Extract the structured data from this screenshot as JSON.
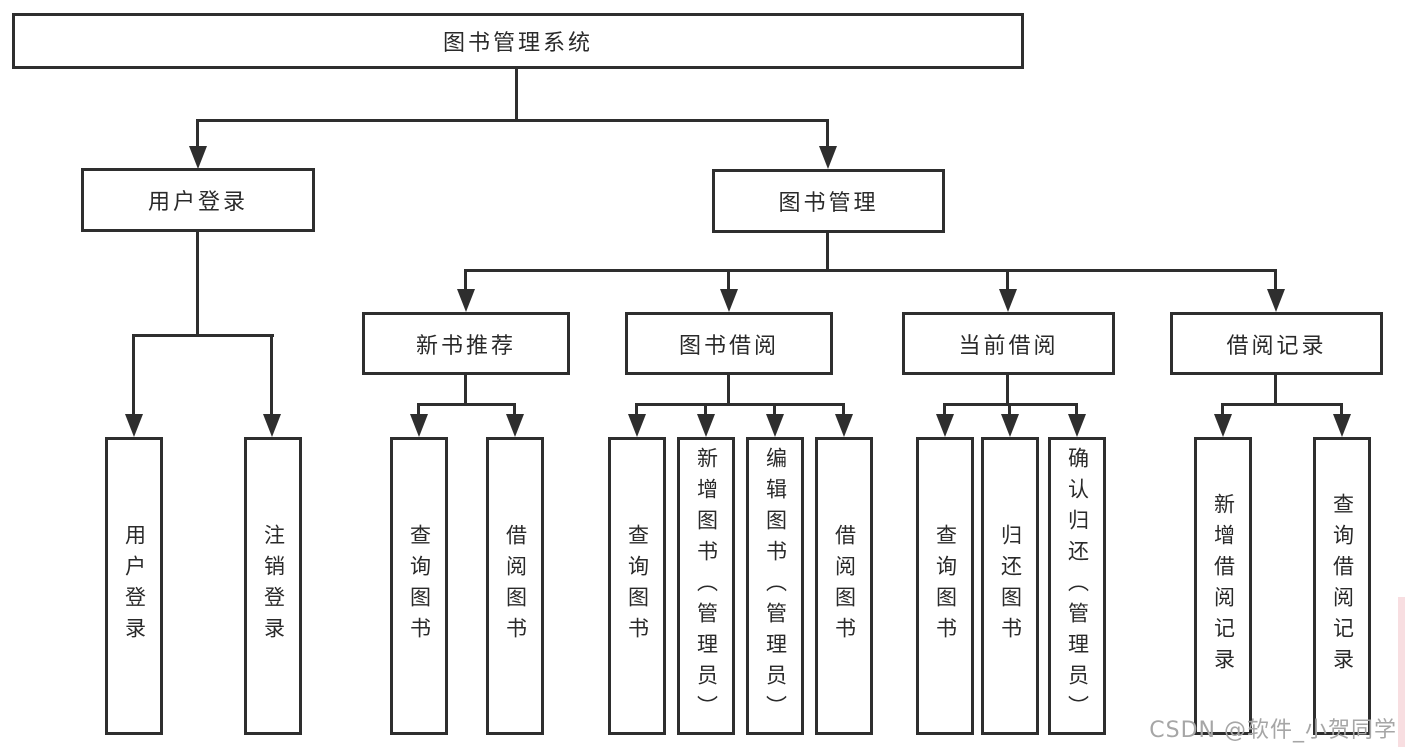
{
  "root_label": "图书管理系统",
  "branches": [
    {
      "label": "用户登录",
      "leaves": [
        "用户登录",
        "注销登录"
      ]
    },
    {
      "label": "图书管理",
      "sections": [
        {
          "label": "新书推荐",
          "leaves": [
            "查询图书",
            "借阅图书"
          ]
        },
        {
          "label": "图书借阅",
          "leaves": [
            "查询图书",
            "新增图书（管理员）",
            "编辑图书（管理员）",
            "借阅图书"
          ]
        },
        {
          "label": "当前借阅",
          "leaves": [
            "查询图书",
            "归还图书",
            "确认归还（管理员）"
          ]
        },
        {
          "label": "借阅记录",
          "leaves": [
            "新增借阅记录",
            "查询借阅记录"
          ]
        }
      ]
    }
  ],
  "watermark": "CSDN @软件_小贺同学",
  "colors": {
    "line": "#2e2e2e",
    "box_border": "#2e2e2e",
    "text": "#2a2a2a",
    "background": "#ffffff",
    "watermark_text": "#a6a6a6",
    "right_edge_strip": "#f8dee1"
  }
}
